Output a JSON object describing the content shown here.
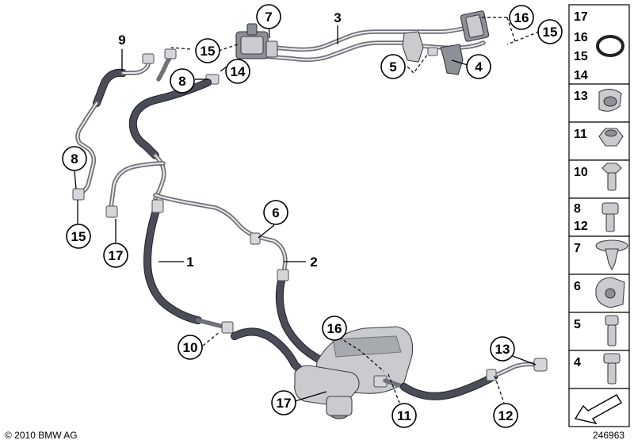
{
  "callouts": {
    "c7a": "7",
    "c3": "3",
    "c16a": "16",
    "c15a": "15",
    "c9": "9",
    "c15b": "15",
    "c5": "5",
    "c4": "4",
    "c8a": "8",
    "c14": "14",
    "c8b": "8",
    "c15c": "15",
    "c17a": "17",
    "c6": "6",
    "c1": "1",
    "c2": "2",
    "c16b": "16",
    "c10": "10",
    "c13": "13",
    "c17b": "17",
    "c11": "11",
    "c12": "12"
  },
  "panel": {
    "row1": {
      "l1": "17",
      "l2": "16",
      "l3": "15",
      "l4": "14"
    },
    "row2": "13",
    "row3": "11",
    "row4": "10",
    "row5": {
      "l1": "8",
      "l2": "12"
    },
    "row6": "7",
    "row7": "6",
    "row8": "5",
    "row9": "4"
  },
  "footer": {
    "copyright": "© 2010 BMW AG",
    "diagram_id": "246963"
  },
  "colors": {
    "hose": "#4a4d57",
    "pipe": "#6f7278",
    "fitting": "#d4d6da"
  }
}
